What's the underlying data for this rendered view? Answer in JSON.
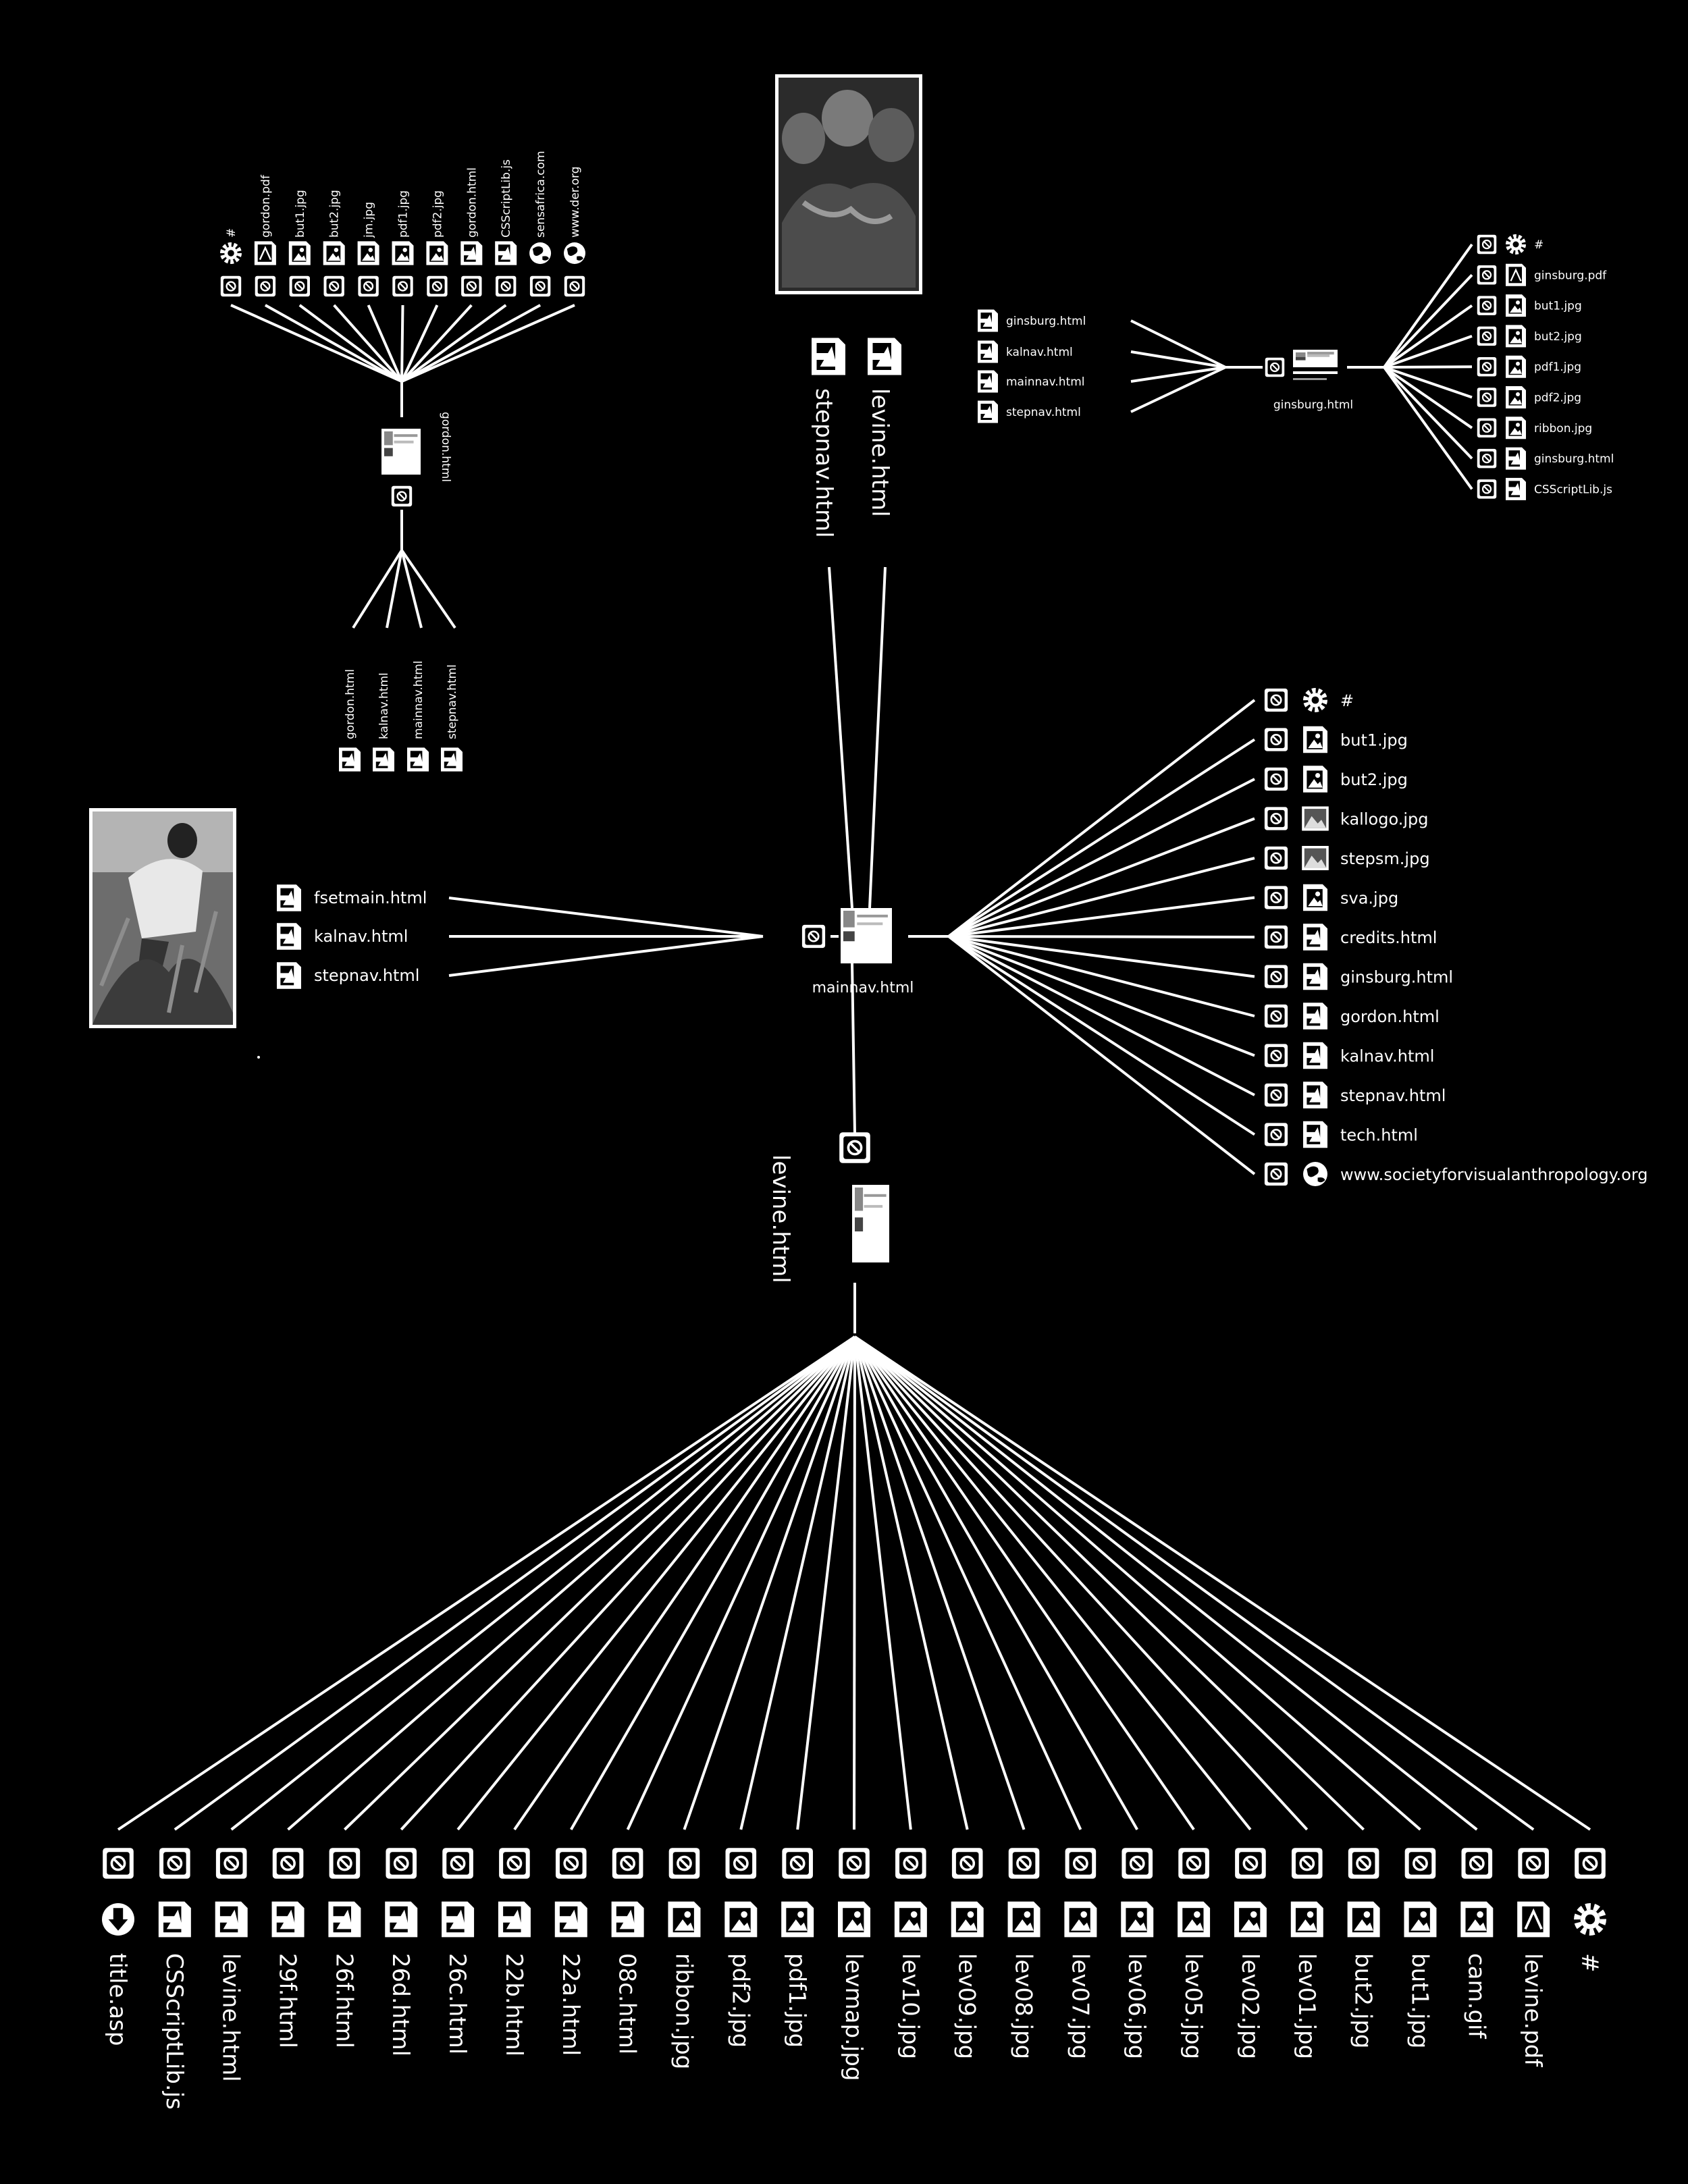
{
  "colors": {
    "background": "#000000",
    "foreground": "#ffffff",
    "icon_fill": "#ffffff",
    "icon_stroke": "#000000"
  },
  "icon_names": {
    "link": "link-handle-icon",
    "html": "html-page-icon",
    "image": "image-file-icon",
    "thumb": "image-thumbnail-icon",
    "pdf": "pdf-file-icon",
    "gear": "gear-icon",
    "globe": "globe-icon",
    "download": "download-icon"
  },
  "photos": [
    {
      "name": "photo-children",
      "desc_icon": "photo-children-thumbnail"
    },
    {
      "name": "photo-farmer",
      "desc_icon": "photo-farmer-thumbnail"
    }
  ],
  "gordon": {
    "label": "gordon.html",
    "outgoing": [
      {
        "label": "#",
        "type": "gear"
      },
      {
        "label": "gordon.pdf",
        "type": "pdf"
      },
      {
        "label": "but1.jpg",
        "type": "image"
      },
      {
        "label": "but2.jpg",
        "type": "image"
      },
      {
        "label": "jm.jpg",
        "type": "image"
      },
      {
        "label": "pdf1.jpg",
        "type": "image"
      },
      {
        "label": "pdf2.jpg",
        "type": "image"
      },
      {
        "label": "gordon.html",
        "type": "html"
      },
      {
        "label": "CSScriptLib.js",
        "type": "html"
      },
      {
        "label": "sensafrica.com",
        "type": "globe"
      },
      {
        "label": "www.der.org",
        "type": "globe"
      }
    ],
    "incoming": [
      {
        "label": "gordon.html",
        "type": "html"
      },
      {
        "label": "kalnav.html",
        "type": "html"
      },
      {
        "label": "mainnav.html",
        "type": "html"
      },
      {
        "label": "stepnav.html",
        "type": "html"
      }
    ]
  },
  "top_center": {
    "incoming": [
      {
        "label": "stepnav.html",
        "type": "html"
      },
      {
        "label": "levine.html",
        "type": "html"
      }
    ]
  },
  "ginsburg": {
    "label": "ginsburg.html",
    "incoming": [
      {
        "label": "ginsburg.html",
        "type": "html"
      },
      {
        "label": "kalnav.html",
        "type": "html"
      },
      {
        "label": "mainnav.html",
        "type": "html"
      },
      {
        "label": "stepnav.html",
        "type": "html"
      }
    ],
    "outgoing": [
      {
        "label": "#",
        "type": "gear"
      },
      {
        "label": "ginsburg.pdf",
        "type": "pdf"
      },
      {
        "label": "but1.jpg",
        "type": "image"
      },
      {
        "label": "but2.jpg",
        "type": "image"
      },
      {
        "label": "pdf1.jpg",
        "type": "image"
      },
      {
        "label": "pdf2.jpg",
        "type": "image"
      },
      {
        "label": "ribbon.jpg",
        "type": "image"
      },
      {
        "label": "ginsburg.html",
        "type": "html"
      },
      {
        "label": "CSScriptLib.js",
        "type": "html"
      }
    ]
  },
  "mainnav": {
    "label": "mainnav.html",
    "incoming": [
      {
        "label": "fsetmain.html",
        "type": "html"
      },
      {
        "label": "kalnav.html",
        "type": "html"
      },
      {
        "label": "stepnav.html",
        "type": "html"
      }
    ],
    "outgoing": [
      {
        "label": "#",
        "type": "gear"
      },
      {
        "label": "but1.jpg",
        "type": "image"
      },
      {
        "label": "but2.jpg",
        "type": "image"
      },
      {
        "label": "kallogo.jpg",
        "type": "thumb"
      },
      {
        "label": "stepsm.jpg",
        "type": "thumb"
      },
      {
        "label": "sva.jpg",
        "type": "image"
      },
      {
        "label": "credits.html",
        "type": "html"
      },
      {
        "label": "ginsburg.html",
        "type": "html"
      },
      {
        "label": "gordon.html",
        "type": "html"
      },
      {
        "label": "kalnav.html",
        "type": "html"
      },
      {
        "label": "stepnav.html",
        "type": "html"
      },
      {
        "label": "tech.html",
        "type": "html"
      },
      {
        "label": "www.societyforvisualanthropology.org",
        "type": "globe"
      }
    ]
  },
  "levine": {
    "label": "levine.html",
    "outgoing": [
      {
        "label": "title.asp",
        "type": "download"
      },
      {
        "label": "CSScriptLib.js",
        "type": "html"
      },
      {
        "label": "levine.html",
        "type": "html"
      },
      {
        "label": "29f.html",
        "type": "html"
      },
      {
        "label": "26f.html",
        "type": "html"
      },
      {
        "label": "26d.html",
        "type": "html"
      },
      {
        "label": "26c.html",
        "type": "html"
      },
      {
        "label": "22b.html",
        "type": "html"
      },
      {
        "label": "22a.html",
        "type": "html"
      },
      {
        "label": "08c.html",
        "type": "html"
      },
      {
        "label": "ribbon.jpg",
        "type": "image"
      },
      {
        "label": "pdf2.jpg",
        "type": "image"
      },
      {
        "label": "pdf1.jpg",
        "type": "image"
      },
      {
        "label": "levmap.jpg",
        "type": "image"
      },
      {
        "label": "lev10.jpg",
        "type": "image"
      },
      {
        "label": "lev09.jpg",
        "type": "image"
      },
      {
        "label": "lev08.jpg",
        "type": "image"
      },
      {
        "label": "lev07.jpg",
        "type": "image"
      },
      {
        "label": "lev06.jpg",
        "type": "image"
      },
      {
        "label": "lev05.jpg",
        "type": "image"
      },
      {
        "label": "lev02.jpg",
        "type": "image"
      },
      {
        "label": "lev01.jpg",
        "type": "image"
      },
      {
        "label": "but2.jpg",
        "type": "image"
      },
      {
        "label": "but1.jpg",
        "type": "image"
      },
      {
        "label": "cam.gif",
        "type": "image"
      },
      {
        "label": "levine.pdf",
        "type": "pdf"
      },
      {
        "label": "#",
        "type": "gear"
      }
    ]
  }
}
